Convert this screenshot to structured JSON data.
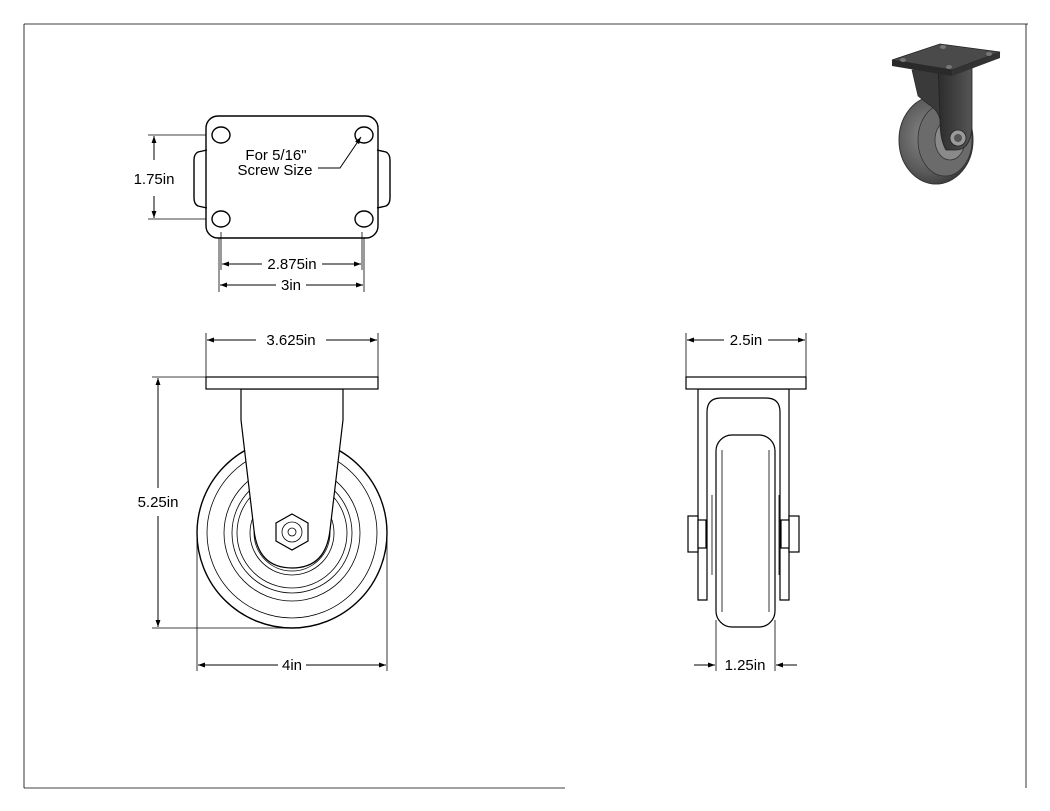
{
  "top_view": {
    "note_line1": "For 5/16\"",
    "note_line2": "Screw Size",
    "dim_hole_spacing_vertical": "1.75in",
    "dim_hole_spacing_horizontal": "2.875in",
    "dim_plate_width": "3in"
  },
  "front_view": {
    "dim_plate_length": "3.625in",
    "dim_overall_height": "5.25in",
    "dim_wheel_diameter": "4in"
  },
  "side_view": {
    "dim_plate_width": "2.5in",
    "dim_wheel_width": "1.25in"
  }
}
